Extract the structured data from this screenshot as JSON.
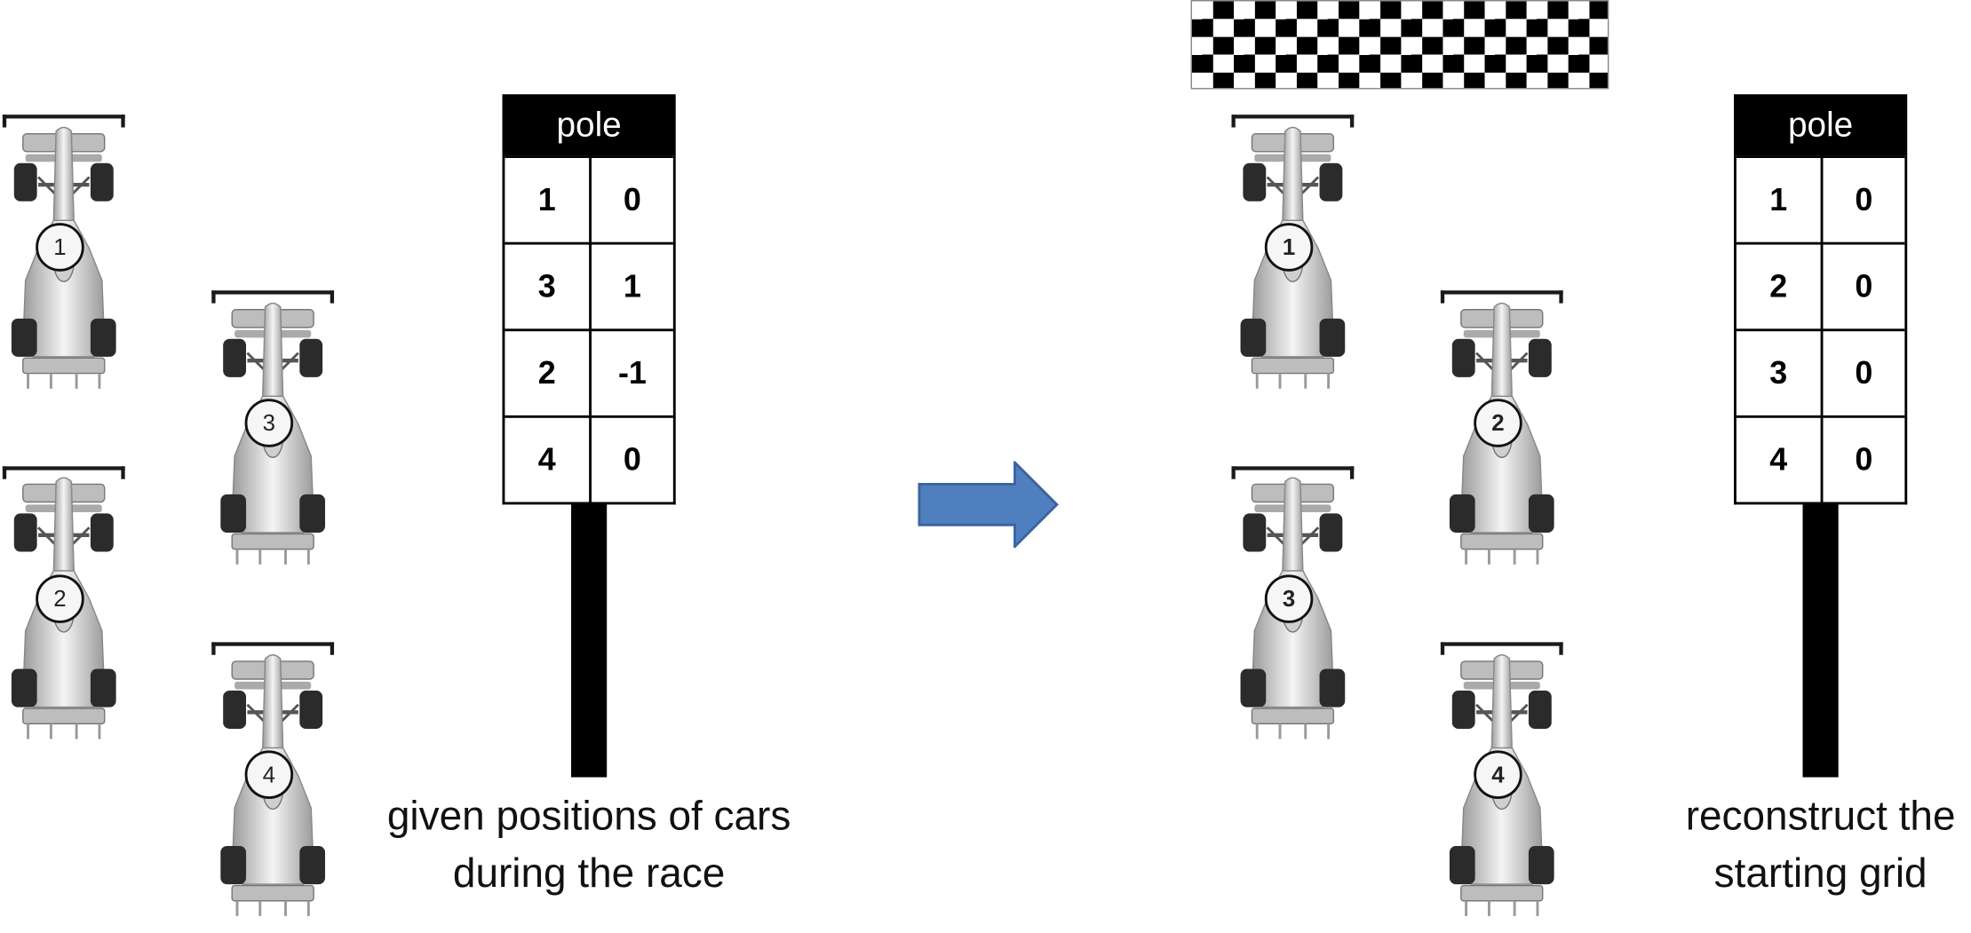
{
  "left_panel": {
    "cars": [
      {
        "number": "1"
      },
      {
        "number": "2"
      },
      {
        "number": "3"
      },
      {
        "number": "4"
      }
    ],
    "board": {
      "header": "pole",
      "rows": [
        {
          "car": "1",
          "change": "0"
        },
        {
          "car": "3",
          "change": "1"
        },
        {
          "car": "2",
          "change": "-1"
        },
        {
          "car": "4",
          "change": "0"
        }
      ]
    },
    "caption_line1": "given positions of cars",
    "caption_line2": "during the race"
  },
  "right_panel": {
    "cars": [
      {
        "number": "1"
      },
      {
        "number": "2"
      },
      {
        "number": "3"
      },
      {
        "number": "4"
      }
    ],
    "board": {
      "header": "pole",
      "rows": [
        {
          "car": "1",
          "change": "0"
        },
        {
          "car": "2",
          "change": "0"
        },
        {
          "car": "3",
          "change": "0"
        },
        {
          "car": "4",
          "change": "0"
        }
      ]
    },
    "caption_line1": "reconstruct the",
    "caption_line2": "starting grid"
  },
  "colors": {
    "arrow": "#4f7fbf",
    "arrow_stroke": "#3a64a0",
    "board": "#000000",
    "car_body": "#d9d9d9"
  },
  "icons": {
    "arrow": "right-arrow-icon",
    "flag": "checkered-flag-icon",
    "car": "race-car-icon"
  }
}
